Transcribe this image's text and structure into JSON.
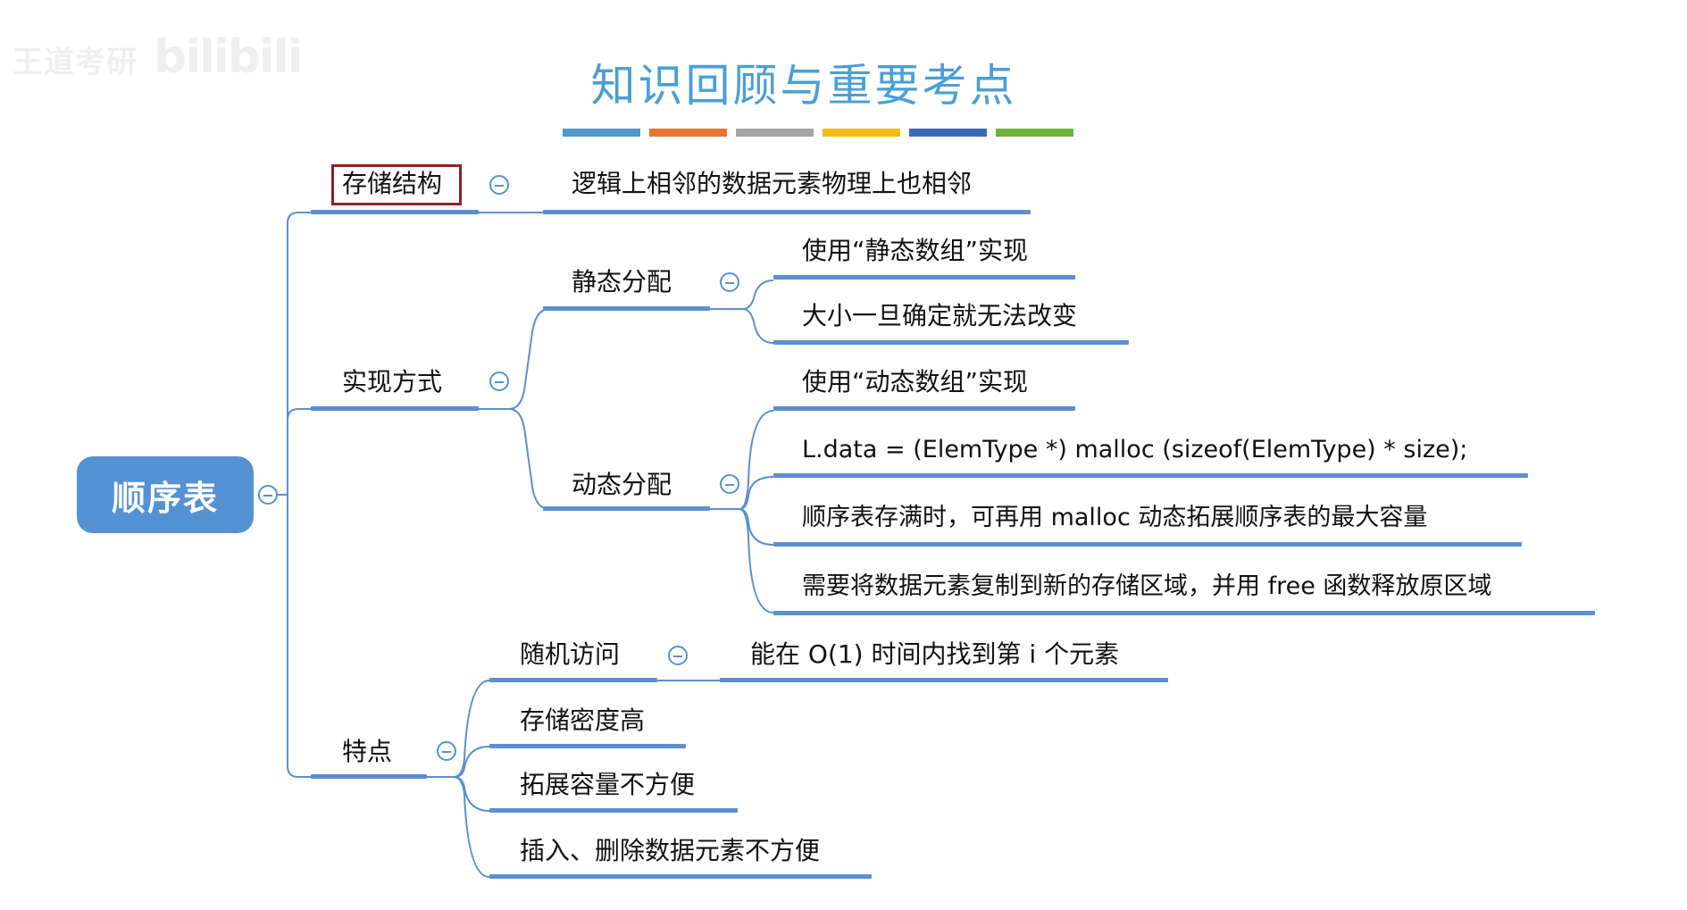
{
  "watermark": {
    "text": "王道考研",
    "logo": "bilibili"
  },
  "title": "知识回顾与重要考点",
  "colors": {
    "accent": "#5592d4",
    "title": "#4a9fd6",
    "highlight_box": "#9a1c23",
    "title_bars": [
      "#4f98cd",
      "#e4762e",
      "#a5a5a5",
      "#f2bc15",
      "#3b6cb3",
      "#6fb13f"
    ]
  },
  "root": {
    "label": "顺序表"
  },
  "branches": {
    "storage": {
      "label": "存储结构",
      "detail": "逻辑上相邻的数据元素物理上也相邻"
    },
    "impl": {
      "label": "实现方式",
      "static": {
        "label": "静态分配",
        "items": [
          "使用“静态数组”实现",
          "大小一旦确定就无法改变"
        ]
      },
      "dynamic": {
        "label": "动态分配",
        "items": [
          "使用“动态数组”实现",
          "L.data = (ElemType *) malloc (sizeof(ElemType) * size);",
          "顺序表存满时，可再用 malloc 动态拓展顺序表的最大容量",
          "需要将数据元素复制到新的存储区域，并用 free 函数释放原区域"
        ]
      }
    },
    "features": {
      "label": "特点",
      "random_access": {
        "label": "随机访问",
        "detail": "能在 O(1) 时间内找到第 i 个元素"
      },
      "items": [
        "存储密度高",
        "拓展容量不方便",
        "插入、删除数据元素不方便"
      ]
    }
  }
}
